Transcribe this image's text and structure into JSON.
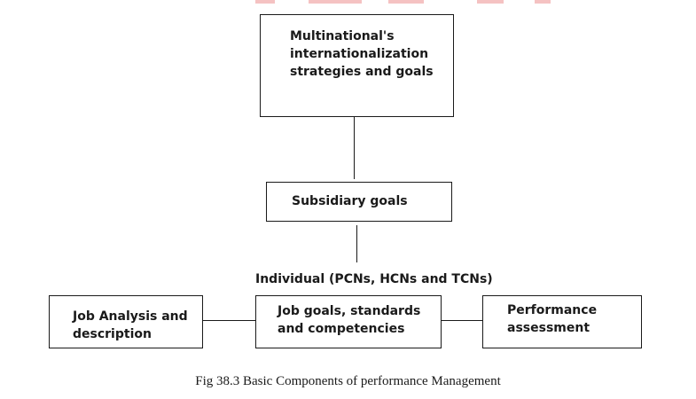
{
  "nodes": {
    "multinational": {
      "lines": [
        "Multinational's",
        "internationalization",
        "strategies and goals"
      ]
    },
    "subsidiary": {
      "label": "Subsidiary goals"
    },
    "individual": {
      "label": "Individual (PCNs, HCNs and TCNs)"
    },
    "job_goals": {
      "lines": [
        "Job goals, standards",
        "and competencies"
      ]
    },
    "job_analysis": {
      "lines": [
        "Job Analysis and",
        "description"
      ]
    },
    "performance": {
      "lines": [
        "Performance",
        "assessment"
      ]
    }
  },
  "caption": "Fig 38.3 Basic Components of performance Management"
}
